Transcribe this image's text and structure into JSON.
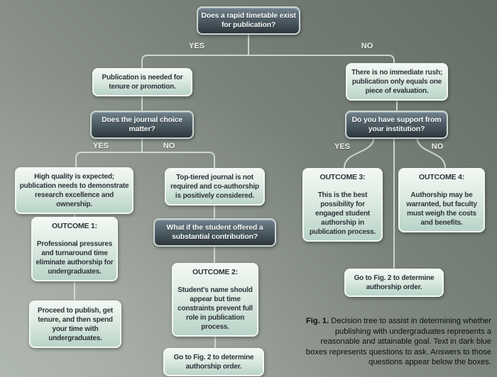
{
  "labels": {
    "yes": "YES",
    "no": "NO"
  },
  "colors": {
    "question_box_top": "#72828c",
    "question_box_bottom": "#2c373d",
    "question_box_border": "#ccd5d3",
    "answer_box_top": "#f3f8f4",
    "answer_box_bottom": "#b9d3c8",
    "connector": "#dce3df",
    "background_dark": "#646c66",
    "background_light": "#a7afa8",
    "caption_text": "#0e0e0e"
  },
  "nodes": {
    "q_timetable": {
      "text": "Does a rapid timetable exist for publication?"
    },
    "a_tenure": {
      "text": "Publication is needed for tenure or promotion."
    },
    "q_journal": {
      "text": "Does the journal choice matter?"
    },
    "a_quality": {
      "text": "High quality is expected; publication needs to demonstrate research excellence and ownership."
    },
    "a_toptier": {
      "text": "Top-tiered journal is not required and co-authorship is positively considered."
    },
    "outcome1": {
      "heading": "OUTCOME 1:",
      "body": "Professional pressures and turnaround time eliminate authorship for undergraduates."
    },
    "a_proceed": {
      "text": "Proceed to publish, get tenure, and then spend your time with undergraduates."
    },
    "q_contribution": {
      "text": "What if the student offered a substantial contribution?"
    },
    "outcome2": {
      "heading": "OUTCOME 2:",
      "body": "Student’s name should appear but time constraints prevent full role in publication process."
    },
    "goto_fig2_left": {
      "text": "Go to Fig. 2 to determine authorship order."
    },
    "a_norush": {
      "text": "There is no immediate rush; publication only equals one piece of evaluation."
    },
    "q_support": {
      "text": "Do you have support from your institution?"
    },
    "outcome3": {
      "heading": "OUTCOME 3:",
      "body": "This is the best possibility for engaged student authorship in publication process."
    },
    "outcome4": {
      "heading": "OUTCOME 4:",
      "body": "Authorship may be warranted, but faculty must weigh the costs and benefits."
    },
    "goto_fig2_right": {
      "text": "Go to Fig. 2 to determine authorship order."
    }
  },
  "caption": {
    "lead": "Fig. 1.",
    "text": "Decision tree to assist in determining whether publishing with undergraduates represents a reasonable and attainable goal. Text in dark blue boxes represents questions to ask. Answers to those questions appear below the boxes."
  }
}
